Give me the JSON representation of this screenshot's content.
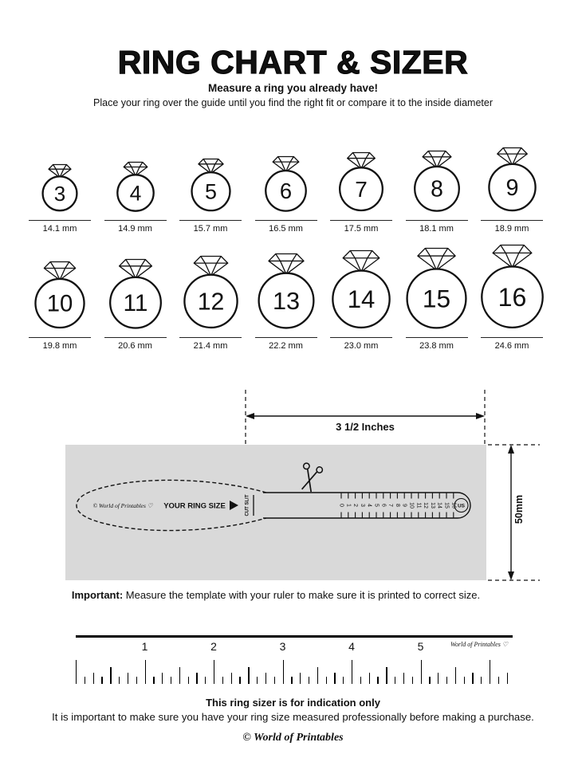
{
  "page": {
    "title": "RING CHART & SIZER",
    "subtitle": "Measure a ring you already have!",
    "instructions": "Place your ring over the guide until you find the right fit or compare it to the inside diameter"
  },
  "ring_chart": {
    "rows": [
      {
        "rings": [
          {
            "size": "3",
            "diameter": "14.1 mm",
            "mm": 14.1
          },
          {
            "size": "4",
            "diameter": "14.9 mm",
            "mm": 14.9
          },
          {
            "size": "5",
            "diameter": "15.7 mm",
            "mm": 15.7
          },
          {
            "size": "6",
            "diameter": "16.5 mm",
            "mm": 16.5
          },
          {
            "size": "7",
            "diameter": "17.5 mm",
            "mm": 17.5
          },
          {
            "size": "8",
            "diameter": "18.1 mm",
            "mm": 18.1
          },
          {
            "size": "9",
            "diameter": "18.9 mm",
            "mm": 18.9
          }
        ]
      },
      {
        "rings": [
          {
            "size": "10",
            "diameter": "19.8 mm",
            "mm": 19.8
          },
          {
            "size": "11",
            "diameter": "20.6 mm",
            "mm": 20.6
          },
          {
            "size": "12",
            "diameter": "21.4 mm",
            "mm": 21.4
          },
          {
            "size": "13",
            "diameter": "22.2 mm",
            "mm": 22.2
          },
          {
            "size": "14",
            "diameter": "23.0 mm",
            "mm": 23.0
          },
          {
            "size": "15",
            "diameter": "23.8 mm",
            "mm": 23.8
          },
          {
            "size": "16",
            "diameter": "24.6 mm",
            "mm": 24.6
          }
        ]
      }
    ]
  },
  "sizer": {
    "width_label": "3 1/2 Inches",
    "height_label": "50mm",
    "brand": "© World of Printables ♡",
    "your_ring_size_label": "YOUR RING SIZE",
    "cut_slit_label": "CUT SLIT",
    "unit_label": "US",
    "scale_numbers": [
      "0",
      "1",
      "2",
      "3",
      "4",
      "5",
      "6",
      "7",
      "8",
      "9",
      "10",
      "11",
      "12",
      "13",
      "14",
      "15",
      "16"
    ]
  },
  "important_note": {
    "label": "Important:",
    "text": " Measure the template with your ruler to make sure it is printed to correct size."
  },
  "ruler": {
    "numbers": [
      "1",
      "2",
      "3",
      "4",
      "5"
    ],
    "brand": "World of Printables ♡"
  },
  "footer": {
    "heading": "This ring sizer is for indication only",
    "text": "It is important to make sure you have your ring size measured professionally before making a purchase.",
    "copyright": "© World of Printables"
  },
  "colors": {
    "ink": "#111111",
    "gray_box": "#d9d9d9"
  }
}
